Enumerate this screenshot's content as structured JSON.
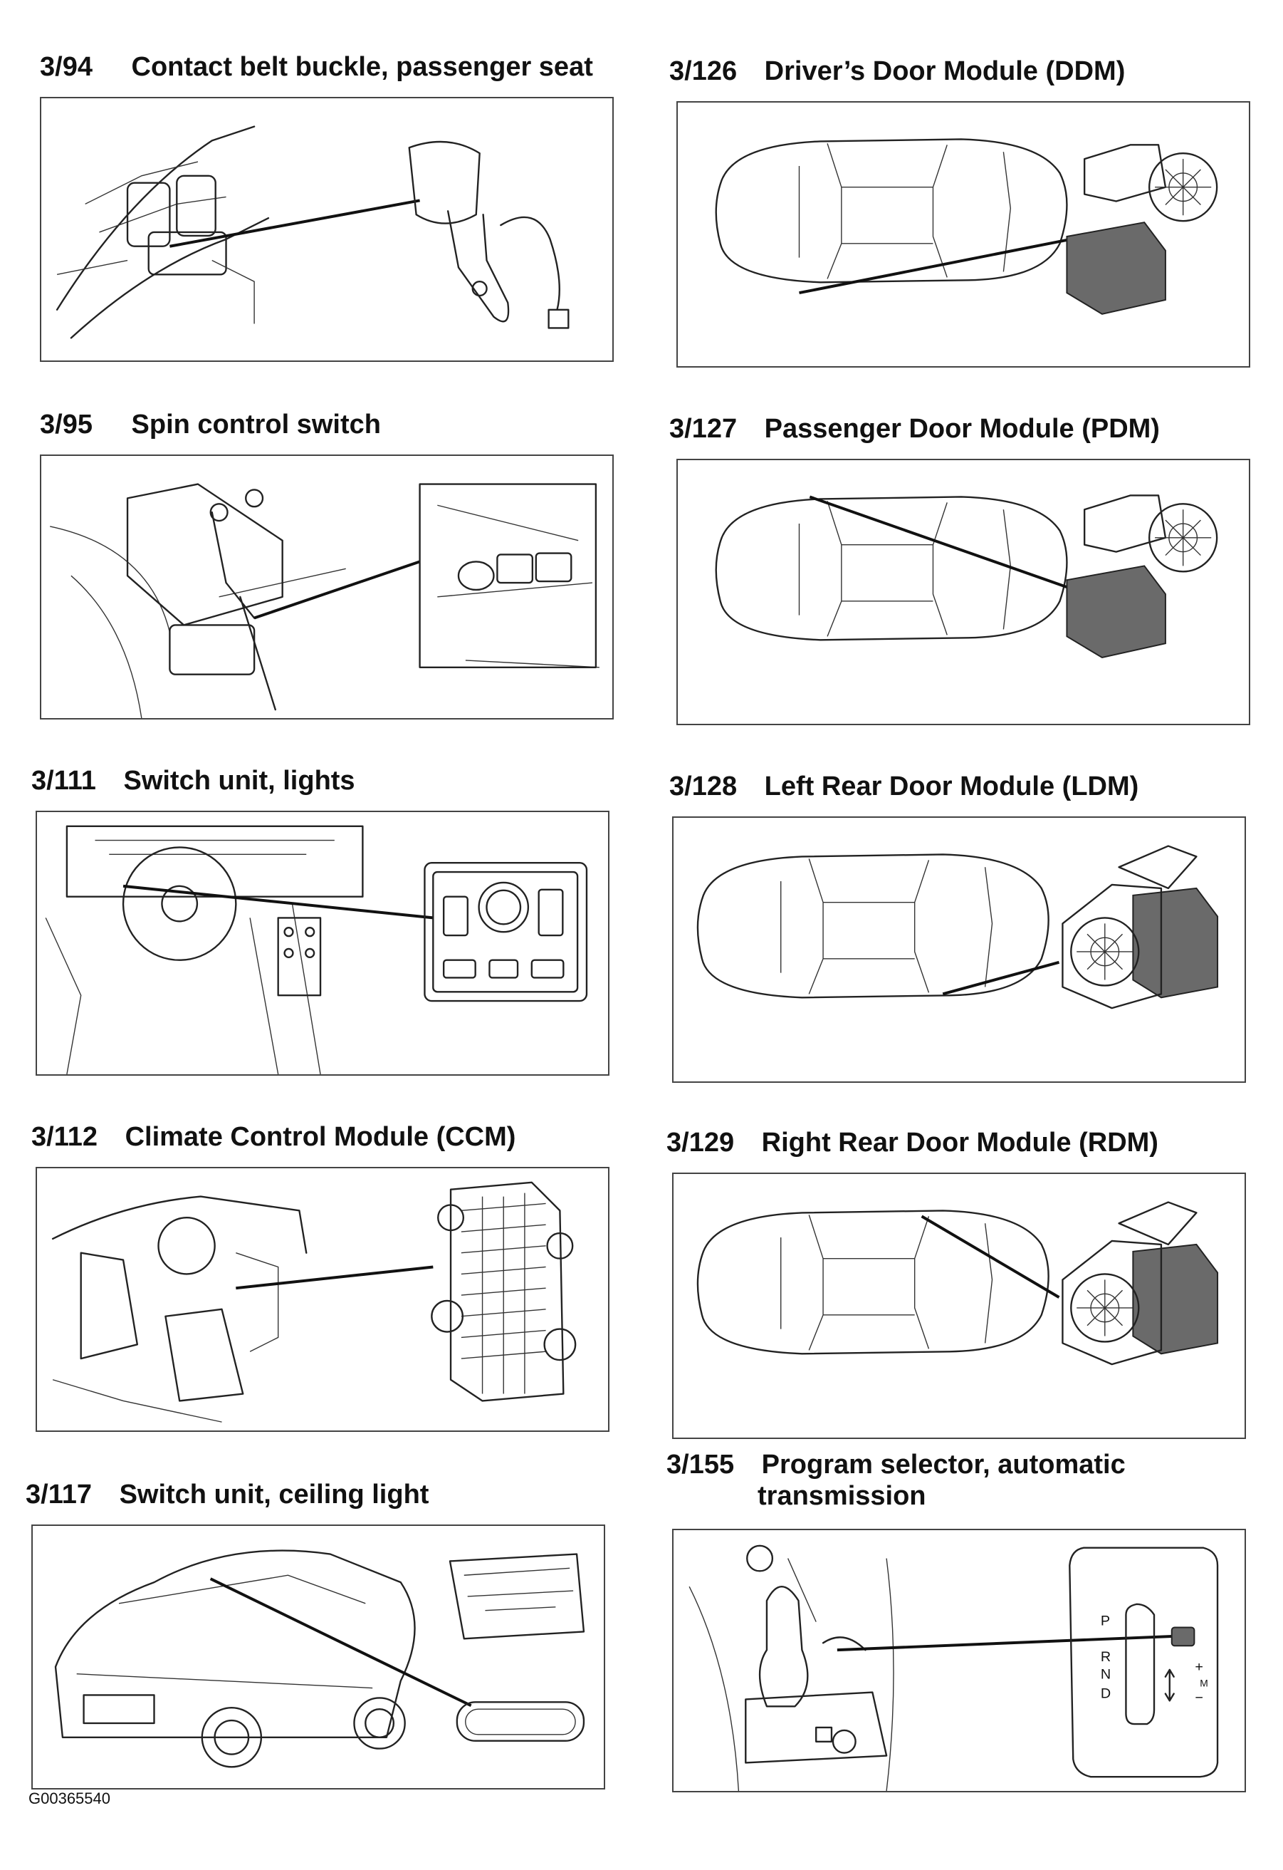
{
  "components": [
    {
      "id": "3/94",
      "title": "Contact belt buckle, passenger seat"
    },
    {
      "id": "3/95",
      "title": "Spin control switch"
    },
    {
      "id": "3/111",
      "title": "Switch unit, lights"
    },
    {
      "id": "3/112",
      "title": "Climate Control Module (CCM)"
    },
    {
      "id": "3/117",
      "title": "Switch unit, ceiling light"
    },
    {
      "id": "3/126",
      "title": "Driver’s Door Module (DDM)"
    },
    {
      "id": "3/127",
      "title": "Passenger Door Module (PDM)"
    },
    {
      "id": "3/128",
      "title": "Left Rear Door Module (LDM)"
    },
    {
      "id": "3/129",
      "title": "Right Rear Door Module (RDM)"
    },
    {
      "id": "3/155",
      "title": "Program selector, automatic",
      "title_line2": "transmission"
    }
  ],
  "selector_positions": [
    "P",
    "R",
    "N",
    "D"
  ],
  "selector_modes": [
    "+",
    "M",
    "−"
  ],
  "figure_id": "G00365540"
}
